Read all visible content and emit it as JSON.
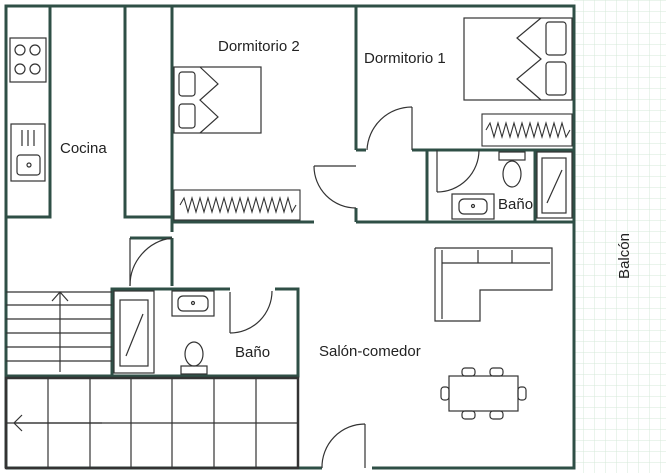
{
  "rooms": {
    "kitchen": "Cocina",
    "bedroom2": "Dormitorio 2",
    "bedroom1": "Dormitorio 1",
    "bath_right": "Baño",
    "bath_left": "Baño",
    "living": "Salón-comedor",
    "balcony": "Balcón"
  },
  "colors": {
    "wall": "#2f4f46",
    "line": "#333333",
    "grid": "#d6e8d8",
    "background": "#ffffff"
  }
}
